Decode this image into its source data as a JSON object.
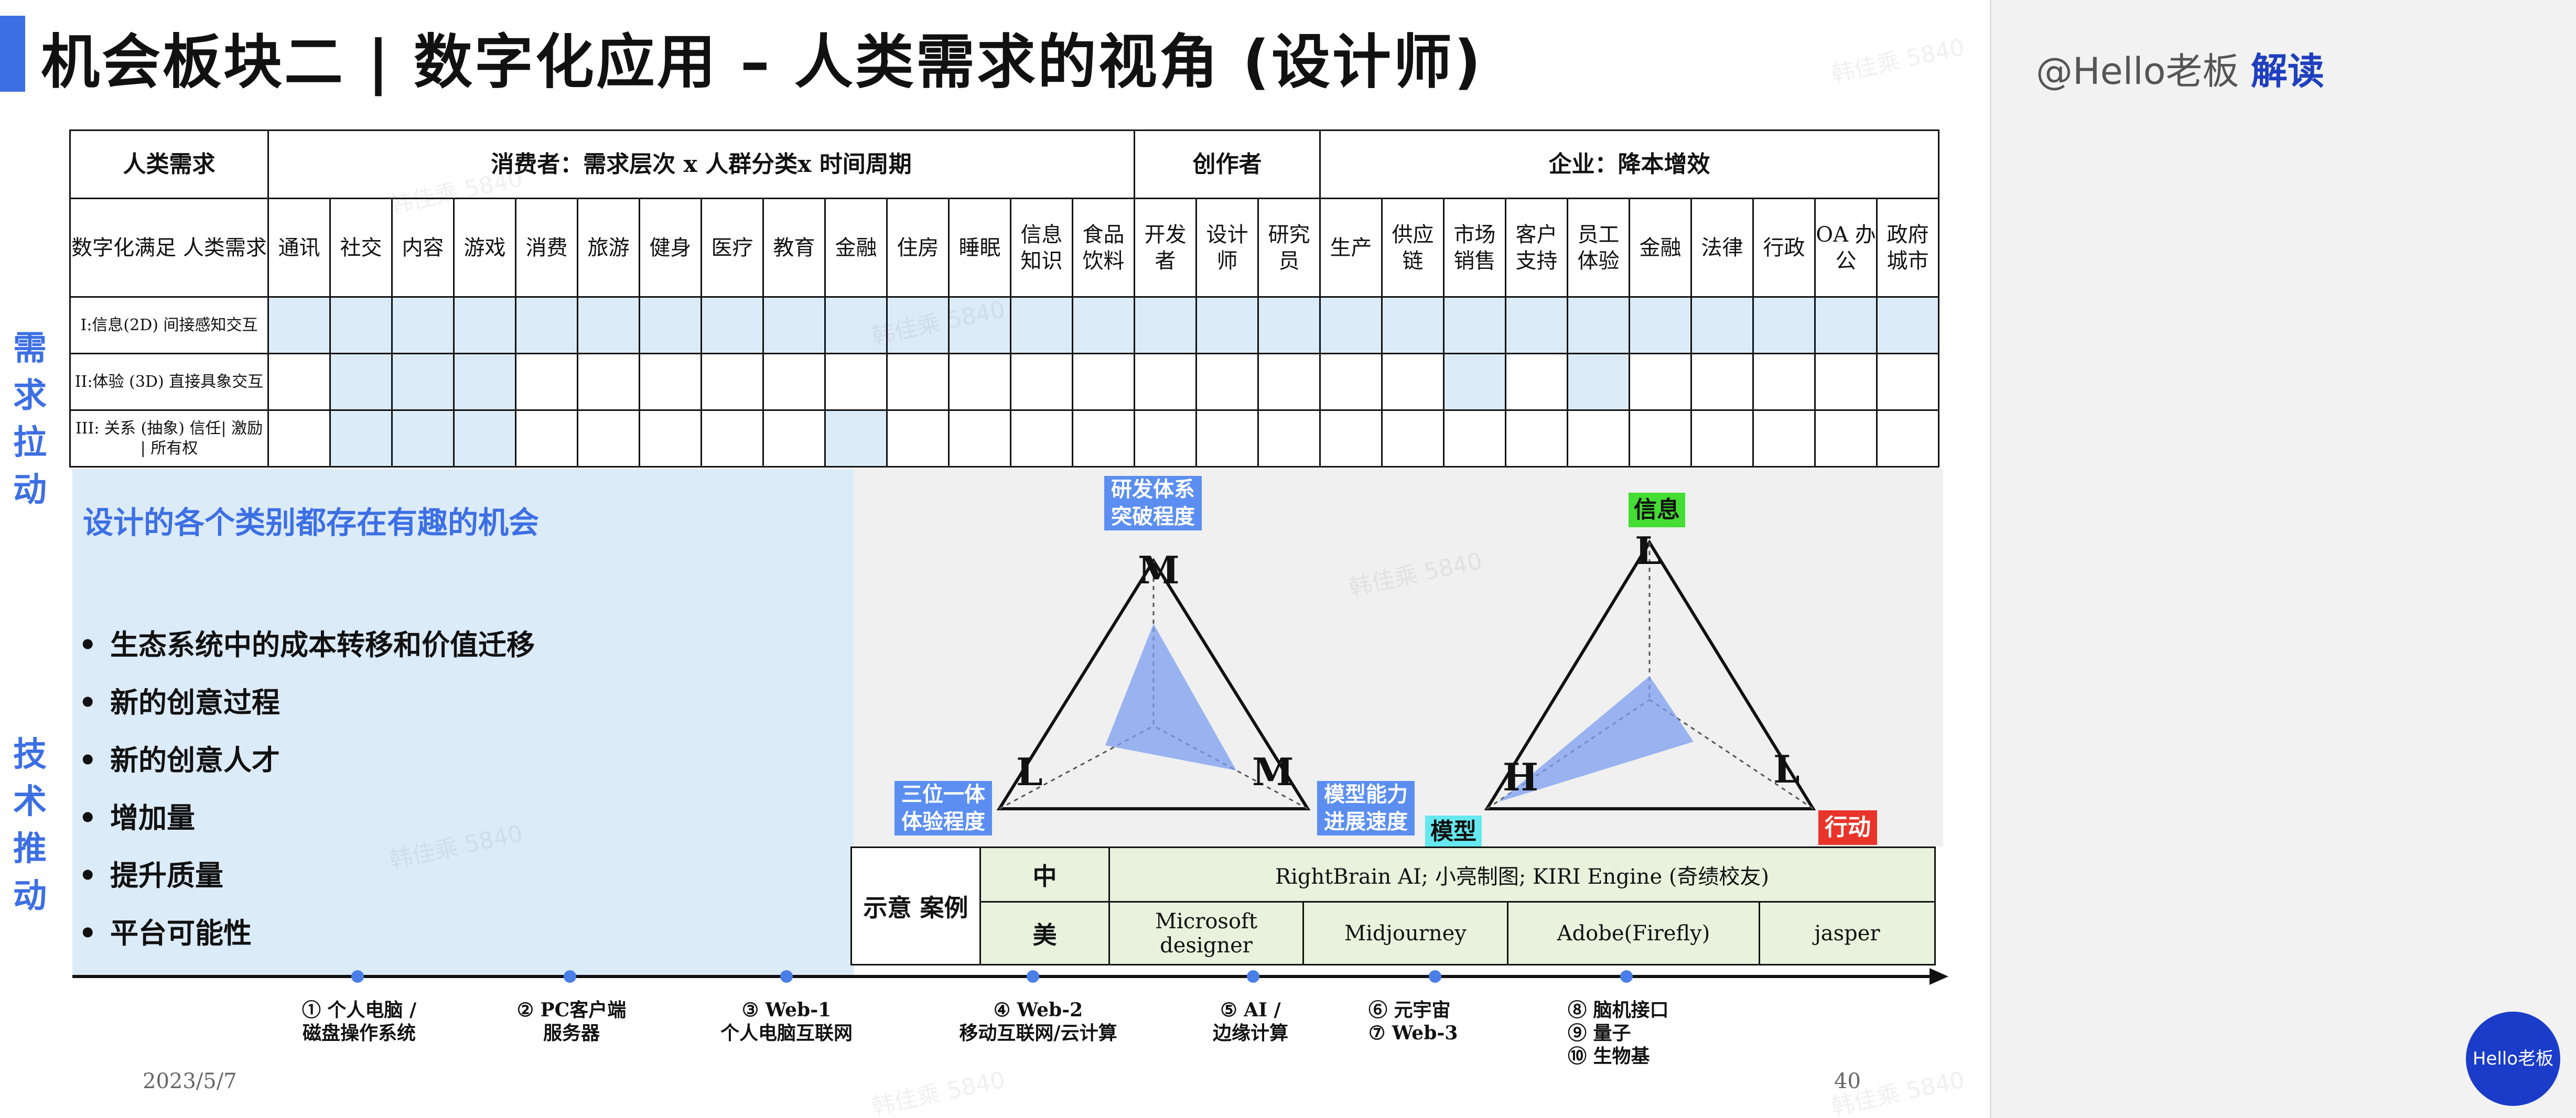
{
  "title": "机会板块二 | 数字化应用 – 人类需求的视角 (设计师)",
  "left_labels": {
    "demand": [
      "需",
      "求",
      "拉",
      "动"
    ],
    "tech": [
      "技",
      "术",
      "推",
      "动"
    ]
  },
  "table": {
    "h_need": "人类需求",
    "h_consumer": "消费者：需求层次 x 人群分类x 时间周期",
    "h_creator": "创作者",
    "h_enterprise": "企业：降本增效",
    "sub_label": "数字化满足 人类需求",
    "cols": [
      "通讯",
      "社交",
      "内容",
      "游戏",
      "消费",
      "旅游",
      "健身",
      "医疗",
      "教育",
      "金融",
      "住房",
      "睡眠",
      "信息 知识",
      "食品 饮料",
      "开发 者",
      "设计 师",
      "研究 员",
      "生产",
      "供应 链",
      "市场 销售",
      "客户 支持",
      "员工 体验",
      "金融",
      "法律",
      "行政",
      "OA 办公",
      "政府 城市"
    ],
    "rows": [
      {
        "label": "I:信息(2D) 间接感知交互",
        "hl": [
          1,
          1,
          1,
          1,
          1,
          1,
          1,
          1,
          1,
          1,
          1,
          1,
          1,
          1,
          1,
          1,
          1,
          1,
          1,
          1,
          1,
          1,
          1,
          1,
          1,
          1,
          1
        ]
      },
      {
        "label": "II:体验 (3D) 直接具象交互",
        "hl": [
          0,
          1,
          1,
          1,
          0,
          0,
          0,
          0,
          0,
          0,
          0,
          0,
          0,
          0,
          0,
          0,
          0,
          0,
          0,
          1,
          0,
          1,
          0,
          0,
          0,
          0,
          0
        ]
      },
      {
        "label": "III: 关系 (抽象) 信任| 激励 | 所有权",
        "hl": [
          0,
          1,
          1,
          1,
          0,
          0,
          0,
          0,
          0,
          1,
          0,
          0,
          0,
          0,
          0,
          0,
          0,
          0,
          0,
          0,
          0,
          0,
          0,
          0,
          0,
          0,
          0
        ]
      }
    ]
  },
  "panel": {
    "heading": "设计的各个类别都存在有趣的机会",
    "bullet_mark": "•",
    "bullets": [
      "生态系统中的成本转移和价值迁移",
      "新的创意过程",
      "新的创意人才",
      "增加量",
      "提升质量",
      "平台可能性"
    ]
  },
  "tri1": {
    "top_tag": "研发体系 突破程度",
    "left_tag": "三位一体 体验程度",
    "top": "M",
    "left": "L",
    "right": "M"
  },
  "tri2": {
    "top_tag": "信息",
    "left_tag": "模型能力 进展速度",
    "bottom_tag": "模型",
    "right_tag": "行动",
    "top": "L",
    "left": "H",
    "right": "L"
  },
  "tag_colors": {
    "blue": "#5b8ef0",
    "green": "#44dd33",
    "cyan": "#66e8ef",
    "red": "#e8342a"
  },
  "examples": {
    "label": "示意 案例",
    "zh": "中",
    "zh_text": "RightBrain AI; 小亮制图; KIRI Engine (奇绩校友)",
    "us": "美",
    "us_items": [
      "Microsoft designer",
      "Midjourney",
      "Adobe(Firefly)",
      "jasper"
    ]
  },
  "timeline": [
    "① 个人电脑 / \n磁盘操作系统",
    "② PC客户端 \n服务器",
    "③ Web-1 \n个人电脑互联网",
    "④ Web-2 \n移动互联网/云计算",
    "⑤ AI / \n边缘计算",
    "⑥ 元宇宙 \n⑦ Web-3",
    "⑧ 脑机接口 \n⑨ 量子 \n⑩ 生物基"
  ],
  "date": "2023/5/7",
  "page": "40",
  "watermark": "韩佳乘 5840",
  "brand": {
    "handle": "@Hello老板",
    "action": "解读"
  },
  "logo": "Hello老板"
}
